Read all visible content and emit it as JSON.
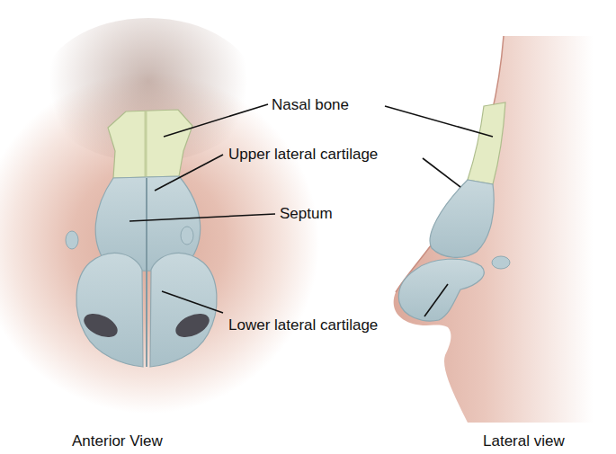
{
  "diagram": {
    "labels": [
      "Nasal bone",
      "Upper lateral cartilage",
      "Septum",
      "Lower lateral cartilage",
      "Anterior View",
      "Lateral view"
    ]
  }
}
